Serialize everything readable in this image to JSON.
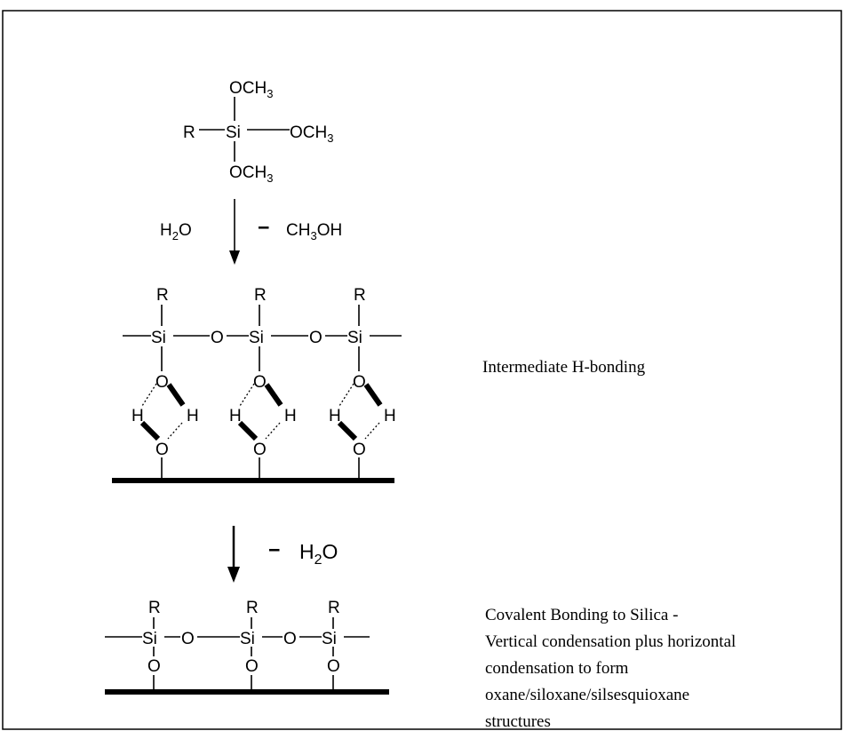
{
  "reactant": {
    "r": "R",
    "si": "Si",
    "methoxy": "OCH",
    "methoxy_sub": "3"
  },
  "step1": {
    "water": "H",
    "water_sub": "2",
    "water_o": "O",
    "minus": "−",
    "methanol_pre": "CH",
    "methanol_sub": "3",
    "methanol_post": "OH"
  },
  "step2": {
    "minus": "−",
    "water": "H",
    "water_sub": "2",
    "water_o": "O"
  },
  "intermediate": {
    "r": "R",
    "si": "Si",
    "o": "O",
    "h": "H",
    "label": "Intermediate H-bonding"
  },
  "product": {
    "r": "R",
    "si": "Si",
    "o": "O",
    "label_lines": [
      "Covalent Bonding to Silica -",
      "Vertical condensation plus horizontal",
      "condensation to form",
      "oxane/siloxane/silsesquioxane",
      "structures"
    ]
  }
}
